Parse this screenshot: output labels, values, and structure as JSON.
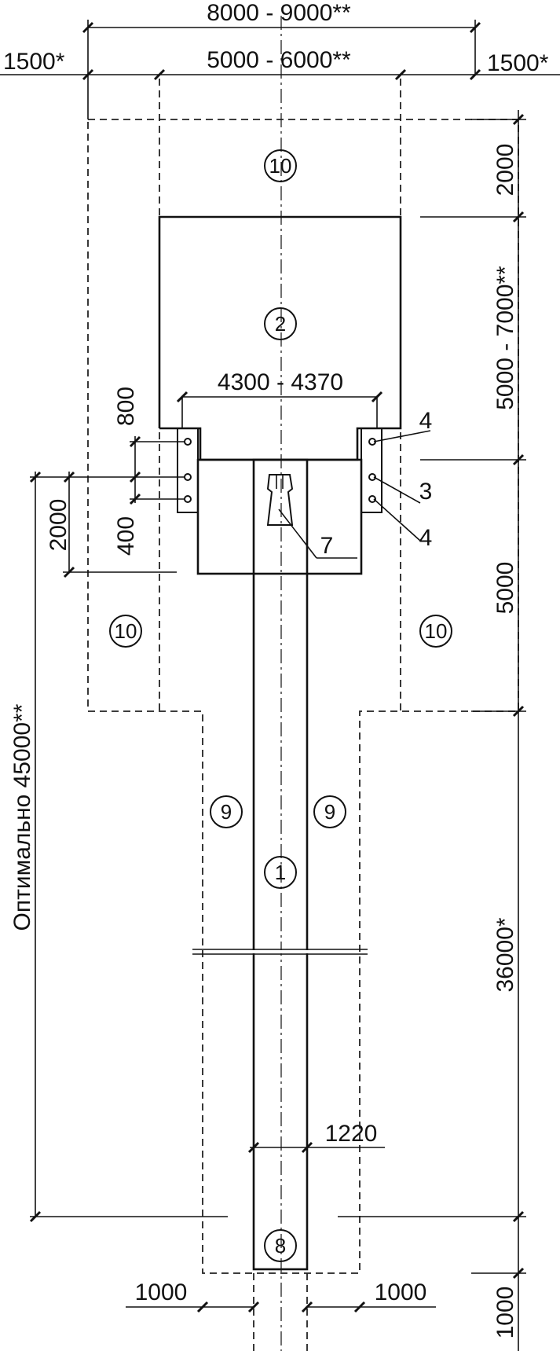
{
  "dimensions": {
    "overall_width": "8000 - 9000**",
    "inner_width": "5000 - 6000**",
    "side_left": "1500*",
    "side_right": "1500*",
    "pit_width": "4300 - 4370",
    "top_zone": "2000",
    "pit_length": "5000 - 7000**",
    "platform_length": "5000",
    "runway_length": "36000*",
    "optimal_length": "Оптимально 45000**",
    "left_800": "800",
    "left_400": "400",
    "left_2000": "2000",
    "runway_width": "1220",
    "bottom_left": "1000",
    "bottom_right": "1000",
    "bottom_end": "1000"
  },
  "labels": {
    "zone_top": "10",
    "pit": "2",
    "zone_left": "10",
    "zone_right": "10",
    "lane_left": "9",
    "lane_right": "9",
    "runway": "1",
    "runway_end": "8",
    "callout_4a": "4",
    "callout_3": "3",
    "callout_4b": "4",
    "callout_7": "7"
  }
}
